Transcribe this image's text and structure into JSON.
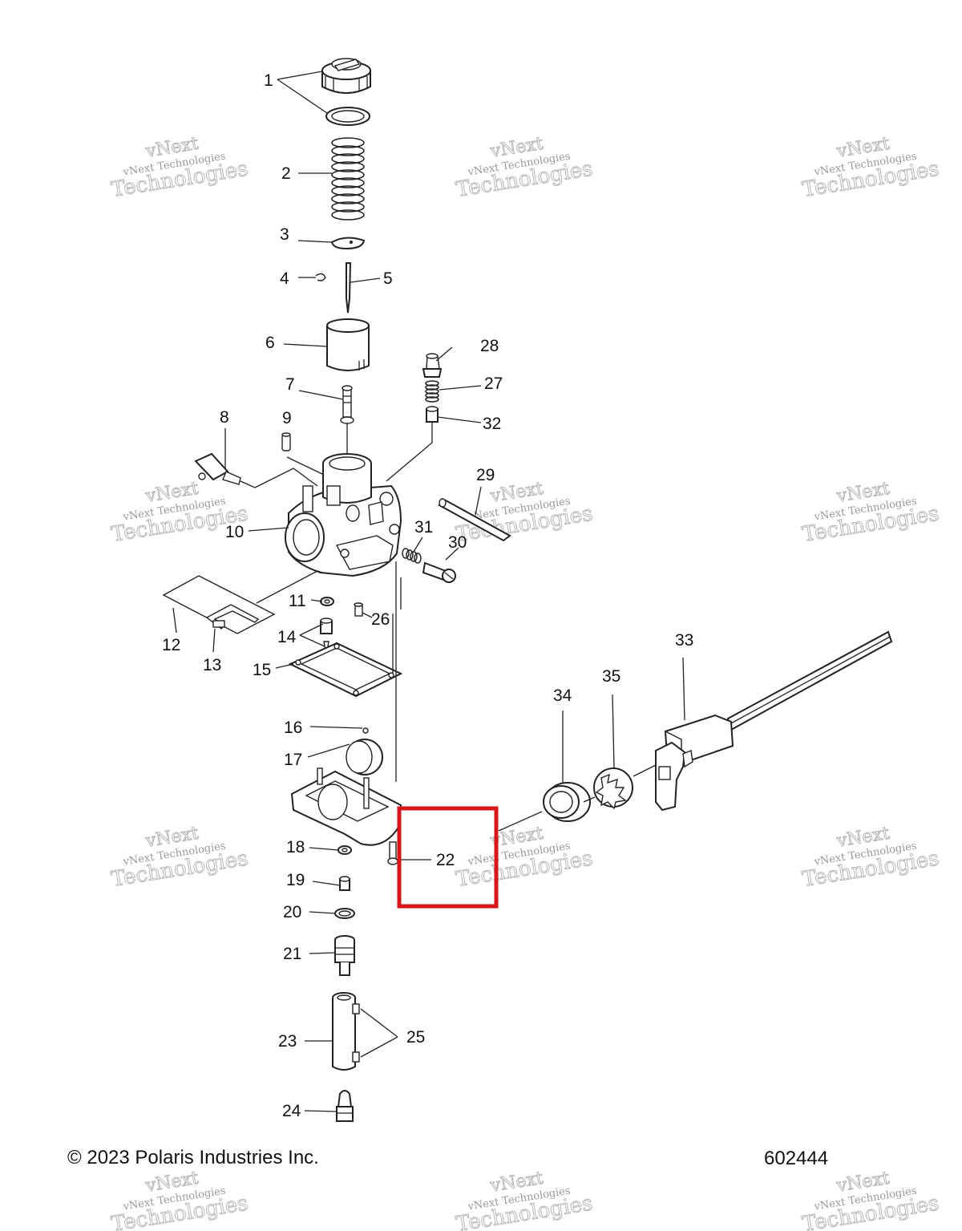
{
  "diagram": {
    "copyright": "© 2023 Polaris Industries Inc.",
    "diagram_number": "602444",
    "highlight_color": "#d9161c",
    "highlighted_part": "22",
    "watermark": {
      "line1": "vNext Technologies",
      "line2": "vNext",
      "line3": "Technologies"
    },
    "callouts": {
      "c1": "1",
      "c2": "2",
      "c3": "3",
      "c4": "4",
      "c5": "5",
      "c6": "6",
      "c7": "7",
      "c8": "8",
      "c9": "9",
      "c10": "10",
      "c11": "11",
      "c12": "12",
      "c13": "13",
      "c14": "14",
      "c15": "15",
      "c16": "16",
      "c17": "17",
      "c18": "18",
      "c19": "19",
      "c20": "20",
      "c21": "21",
      "c22": "22",
      "c23": "23",
      "c24": "24",
      "c25": "25",
      "c26": "26",
      "c27": "27",
      "c28": "28",
      "c29": "29",
      "c30": "30",
      "c31": "31",
      "c32": "32",
      "c33": "33",
      "c34": "34",
      "c35": "35"
    }
  }
}
